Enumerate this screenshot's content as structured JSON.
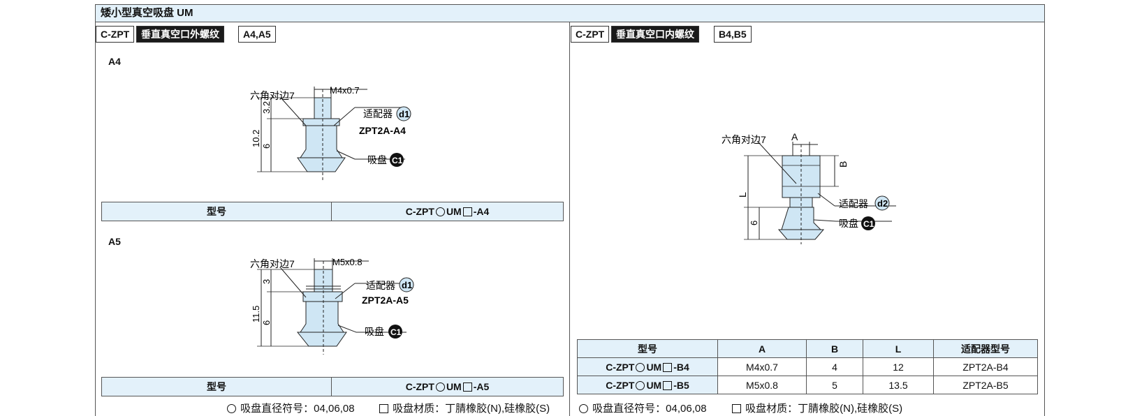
{
  "title": "矮小型真空吸盘 UM",
  "left_header": {
    "series": "C-ZPT",
    "desc": "垂直真空口外螺纹",
    "codes": "A4,A5"
  },
  "right_header": {
    "series": "C-ZPT",
    "desc": "垂直真空口内螺纹",
    "codes": "B4,B5"
  },
  "a4": {
    "label": "A4",
    "hex_label": "六角对边7",
    "thread": "M4x0.7",
    "adapter_label": "适配器",
    "adapter_code": "d1",
    "adapter_model": "ZPT2A-A4",
    "pad_label": "吸盘",
    "pad_code": "C1",
    "dim_total": "10.2",
    "dim_top": "3.2",
    "dim_bottom": "6",
    "table": {
      "header": "型号",
      "prefix": "C-ZPT",
      "mid": "UM",
      "suffix": "-A4"
    }
  },
  "a5": {
    "label": "A5",
    "hex_label": "六角对边7",
    "thread": "M5x0.8",
    "adapter_label": "适配器",
    "adapter_code": "d1",
    "adapter_model": "ZPT2A-A5",
    "pad_label": "吸盘",
    "pad_code": "C1",
    "dim_total": "11.5",
    "dim_top": "3",
    "dim_bottom": "6",
    "table": {
      "header": "型号",
      "prefix": "C-ZPT",
      "mid": "UM",
      "suffix": "-A5"
    }
  },
  "b": {
    "hex_label": "六角对边7",
    "dim_a": "A",
    "dim_b": "B",
    "dim_l": "L",
    "dim_bottom": "6",
    "adapter_label": "适配器",
    "adapter_code": "d2",
    "pad_label": "吸盘",
    "pad_code": "C1"
  },
  "spec_table": {
    "headers": [
      "型号",
      "A",
      "B",
      "L",
      "适配器型号"
    ],
    "rows": [
      {
        "prefix": "C-ZPT",
        "mid": "UM",
        "suffix": "-B4",
        "a": "M4x0.7",
        "b": "4",
        "l": "12",
        "adapter": "ZPT2A-B4"
      },
      {
        "prefix": "C-ZPT",
        "mid": "UM",
        "suffix": "-B5",
        "a": "M5x0.8",
        "b": "5",
        "l": "13.5",
        "adapter": "ZPT2A-B5"
      }
    ]
  },
  "footnotes": {
    "diameter": "吸盘直径符号：04,06,08",
    "material": "吸盘材质：丁腈橡胶(N),硅橡胶(S)"
  }
}
